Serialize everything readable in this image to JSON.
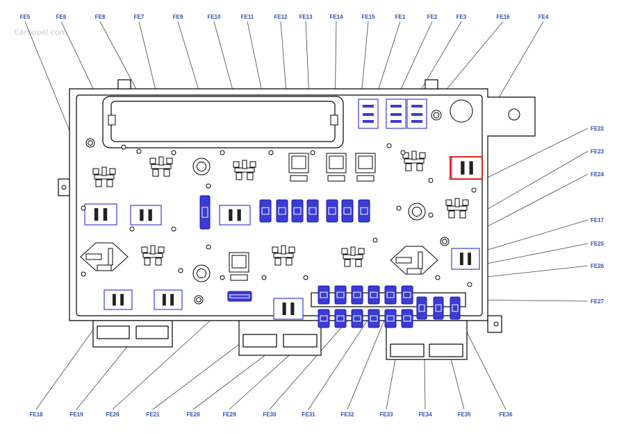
{
  "watermark": "Carbopel.com",
  "colors": {
    "label": "#2b4fb8",
    "fuse": "#3b3bd6",
    "highlight": "#e02020",
    "line": "#444444"
  },
  "labels": {
    "top": [
      "FE5",
      "FE6",
      "FE8",
      "FE7",
      "FE9",
      "FE10",
      "FE11",
      "FE12",
      "FE13",
      "FE14",
      "FE15",
      "FE1",
      "FE2",
      "FE3",
      "FE16",
      "FE4"
    ],
    "right": [
      "FE22",
      "FE23",
      "FE24",
      "FE17",
      "FE25",
      "FE26",
      "FE27"
    ],
    "bottom": [
      "FE18",
      "FE19",
      "FE20",
      "FE21",
      "FE28",
      "FE29",
      "FE30",
      "FE31",
      "FE32",
      "FE33",
      "FE34",
      "FE35",
      "FE36"
    ]
  }
}
